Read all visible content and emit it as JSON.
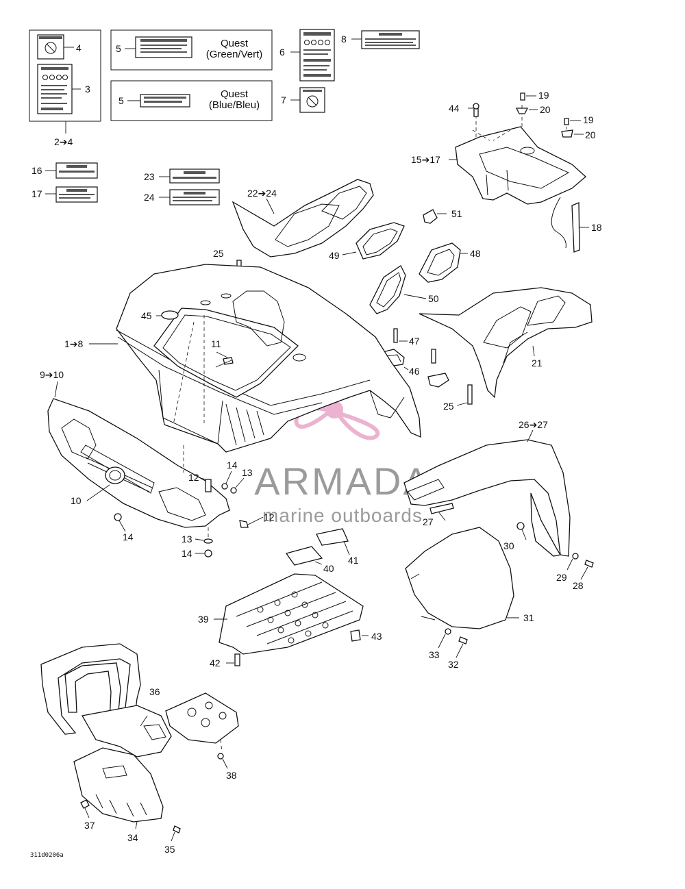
{
  "diagram": {
    "reference_code": "311d0206a",
    "colors": {
      "ink": "#111111",
      "watermark_pink": "#e8a6c8",
      "watermark_grey": "#8a8a8a"
    },
    "watermark": {
      "brand": "ARMADA",
      "tagline": "marine outboards",
      "icon": "propeller-icon"
    },
    "quest_labels": [
      {
        "name": "Quest",
        "variant": "(Green/Vert)"
      },
      {
        "name": "Quest",
        "variant": "(Blue/Bleu)"
      }
    ],
    "callouts": [
      "4",
      "3",
      "2➔4",
      "5",
      "5",
      "6",
      "7",
      "8",
      "16",
      "17",
      "23",
      "24",
      "19",
      "20",
      "44",
      "19",
      "20",
      "15➔17",
      "18",
      "22➔24",
      "51",
      "49",
      "48",
      "50",
      "25",
      "45",
      "1➔8",
      "11",
      "21",
      "47",
      "46",
      "9➔10",
      "25",
      "26➔27",
      "10",
      "12",
      "14",
      "13",
      "12",
      "14",
      "13",
      "14",
      "27",
      "30",
      "29",
      "28",
      "40",
      "41",
      "31",
      "39",
      "43",
      "42",
      "33",
      "32",
      "36",
      "38",
      "37",
      "34",
      "35"
    ]
  }
}
